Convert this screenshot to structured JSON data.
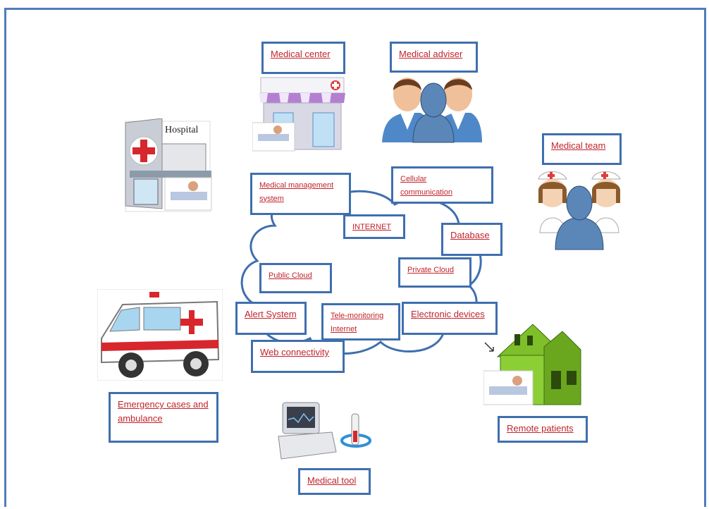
{
  "labels": {
    "medical_center": "Medical center",
    "medical_adviser": "Medical adviser",
    "medical_team": "Medical team",
    "medical_management_line1": "Medical management",
    "medical_management_line2": "system",
    "cellular_line1": "Cellular",
    "cellular_line2": "communication",
    "internet": "INTERNET",
    "database": "Database",
    "public_cloud": "Public Cloud",
    "private_cloud": "Private Cloud",
    "alert_system": "Alert System",
    "telemonitoring_line1": "Tele-monitoring",
    "telemonitoring_line2": "Internet",
    "electronic_devices": "Electronic devices",
    "web_connectivity": "Web connectivity",
    "emergency_line1": "Emergency cases and",
    "emergency_line2": "ambulance",
    "medical_tool": "Medical tool",
    "remote_patients": "Remote patients",
    "hospital_sign": "Hospital"
  },
  "icons": [
    "medical-center-building-icon",
    "medical-adviser-icon",
    "hospital-building-icon",
    "medical-team-nurses-icon",
    "ambulance-icon",
    "medical-tool-device-icon",
    "remote-patient-house-icon",
    "cloud-icon"
  ],
  "colors": {
    "border": "#3f6fae",
    "label_text": "#c0242c",
    "frame": "#4f7dbd"
  }
}
